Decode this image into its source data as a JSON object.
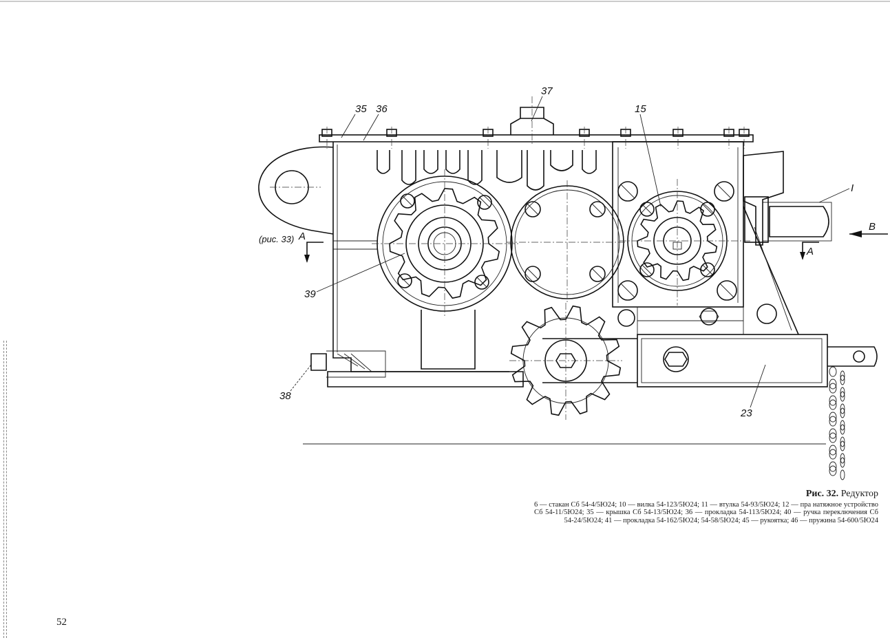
{
  "figure": {
    "title_label": "Рис. 32.",
    "title_text": "Редуктор",
    "caption_body": "6 — стакан Сб 54-4/5Ю24; 10 — вилка 54-123/5Ю24; 11 — втулка 54-93/5Ю24; 12 — прa натяжное устройство Сб 54-11/5Ю24; 35 — крышка Сб 54-13/5Ю24; 36 — прокладка 54-113/5Ю24; 40 — ручка переключения Сб 54-24/5Ю24; 41 — прокладка 54-162/5Ю24; 54-58/5Ю24; 45 — рукоятка; 46 — пружина 54-600/5Ю24"
  },
  "callouts": {
    "c37": "37",
    "c35": "35",
    "c36": "36",
    "c15": "15",
    "cI": "I",
    "cB": "B",
    "cA_left": "A",
    "cA_right": "A",
    "ref": "(рис. 33)",
    "c39": "39",
    "c38": "38",
    "c23": "23"
  },
  "page_number": "52",
  "icons": [
    "gearbox-drawing",
    "sprocket-icon",
    "bolt-icon",
    "chain-icon",
    "view-arrow-icon"
  ]
}
